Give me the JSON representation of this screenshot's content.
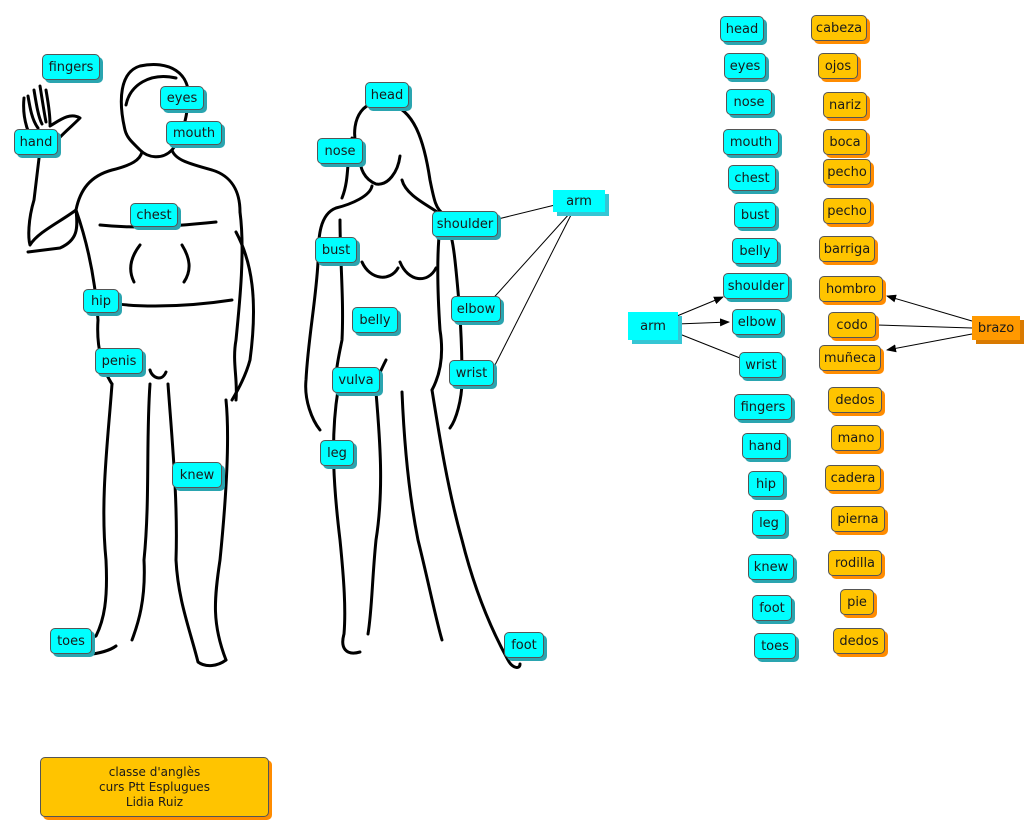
{
  "credit": {
    "line1": "classe d'anglès",
    "line2": "curs Ptt Esplugues",
    "line3": "Lidia Ruiz"
  },
  "man_labels": {
    "fingers": "fingers",
    "eyes": "eyes",
    "mouth": "mouth",
    "hand": "hand",
    "chest": "chest",
    "hip": "hip",
    "penis": "penis",
    "knew": "knew",
    "toes": "toes"
  },
  "woman_labels": {
    "head": "head",
    "nose": "nose",
    "shoulder": "shoulder",
    "bust": "bust",
    "belly": "belly",
    "elbow": "elbow",
    "vulva": "vulva",
    "wrist": "wrist",
    "leg": "leg",
    "foot": "foot",
    "arm": "arm"
  },
  "english_words": [
    "head",
    "eyes",
    "nose",
    "mouth",
    "chest",
    "bust",
    "belly",
    "shoulder",
    "elbow",
    "wrist",
    "fingers",
    "hand",
    "hip",
    "leg",
    "knew",
    "foot",
    "toes"
  ],
  "spanish_words": [
    "cabeza",
    "ojos",
    "nariz",
    "boca",
    "pecho",
    "pecho",
    "barriga",
    "hombro",
    "codo",
    "muñeca",
    "dedos",
    "mano",
    "cadera",
    "pierna",
    "rodilla",
    "pie",
    "dedos"
  ],
  "arm_group": {
    "english": "arm",
    "spanish": "brazo"
  },
  "colors": {
    "english": "#00ffff",
    "spanish": "#ffc400",
    "group_spanish": "#ff9900"
  }
}
